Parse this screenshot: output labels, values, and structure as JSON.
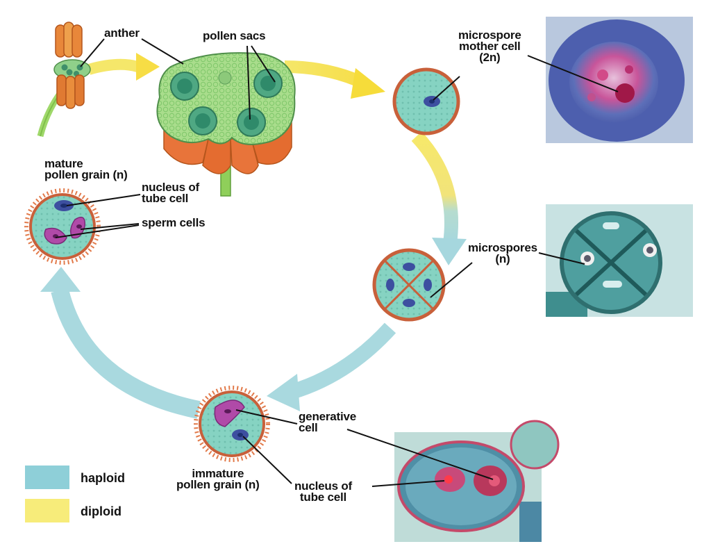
{
  "labels": {
    "anther": "anther",
    "pollen_sacs": "pollen sacs",
    "microspore_mother_cell": "microspore\nmother cell\n(2n)",
    "microspores": "microspores\n(n)",
    "mature_pollen_grain": "mature\npollen grain (n)",
    "nucleus_of_tube_cell_top": "nucleus of\ntube cell",
    "sperm_cells": "sperm cells",
    "generative_cell": "generative\ncell",
    "immature_pollen_grain": "immature\npollen grain (n)",
    "nucleus_of_tube_cell_bottom": "nucleus of\ntube cell"
  },
  "legend": {
    "haploid": {
      "label": "haploid",
      "color": "#8ecfd8"
    },
    "diploid": {
      "label": "diploid",
      "color": "#f7ec7a"
    }
  },
  "colors": {
    "cell_fill": "#7fd0bf",
    "cell_wall": "#c8603a",
    "anther_green": "#a8dc8a",
    "anther_orange": "#e8743a",
    "arrow_yellow": "#f5e76a",
    "arrow_blue": "#a9d9df",
    "sperm_magenta": "#b04aa8",
    "nucleus_purple": "#3d4fa0"
  }
}
